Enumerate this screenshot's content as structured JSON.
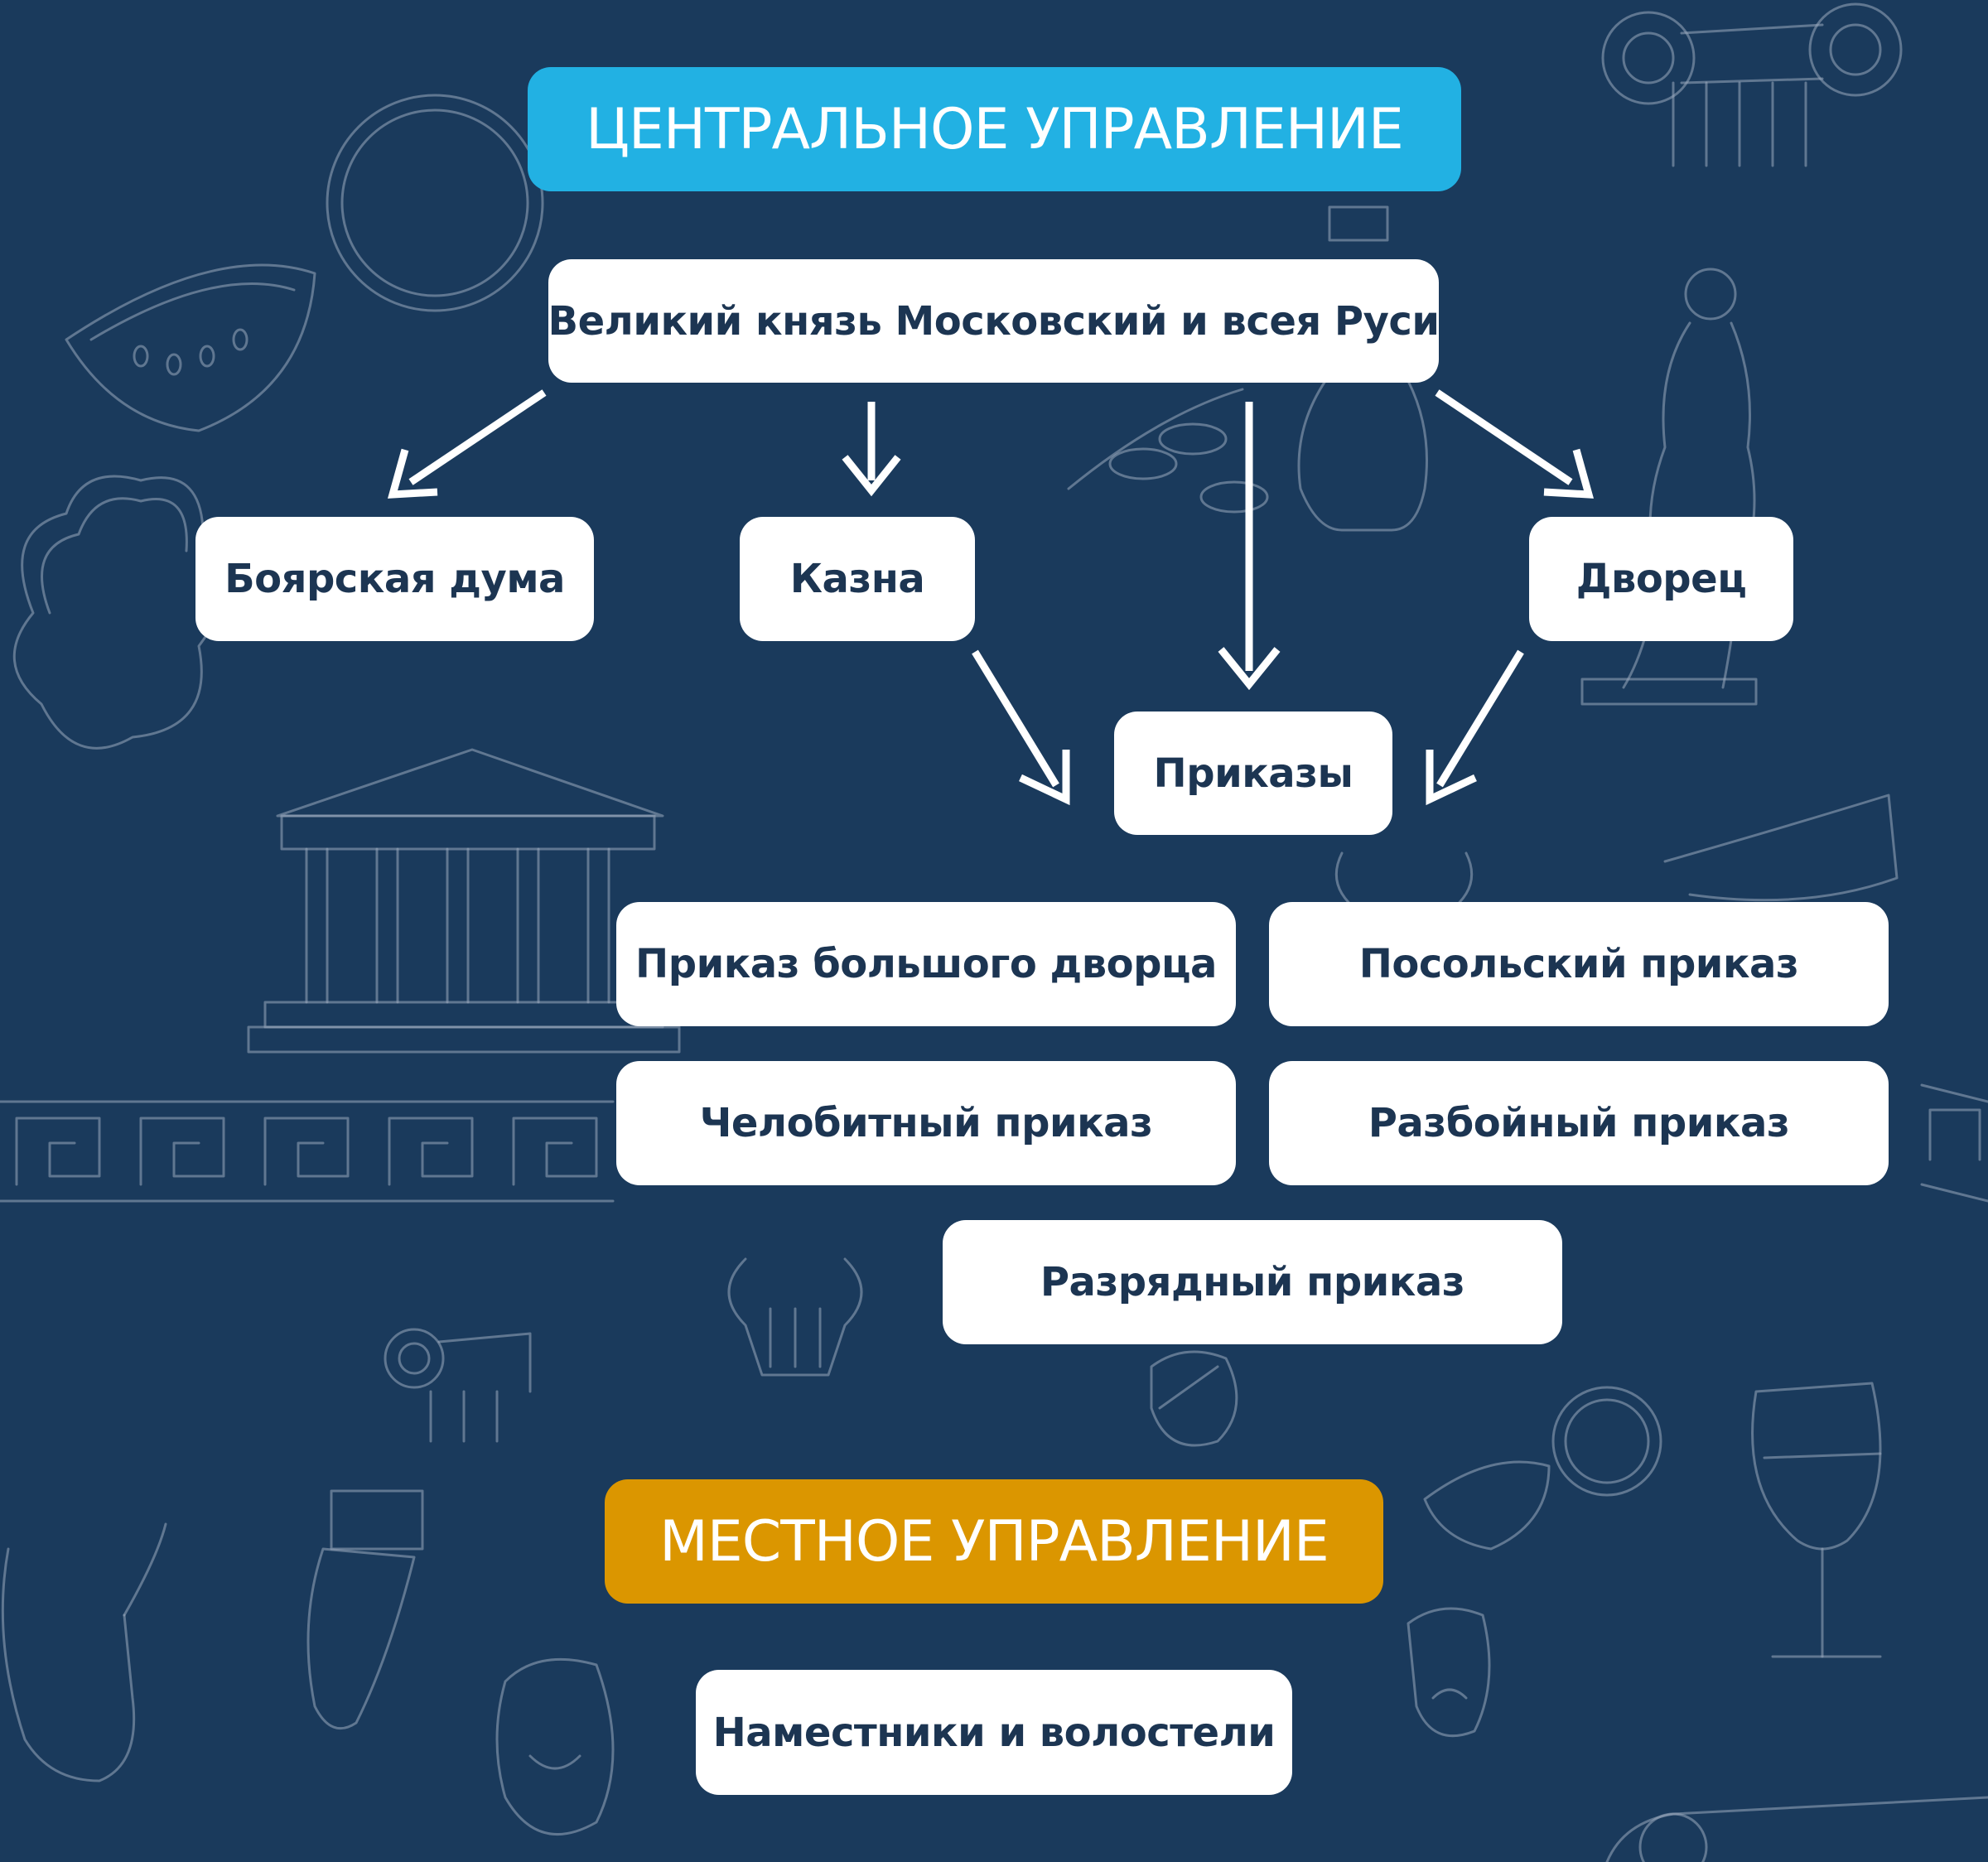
{
  "colors": {
    "background": "#1a3a5c",
    "central_banner": "#22b1e3",
    "local_banner": "#db9600",
    "node_fill": "#ffffff",
    "node_text": "#1c3552",
    "arrow": "#ffffff"
  },
  "central": {
    "title": "ЦЕНТРАЛЬНОЕ УПРАВЛЕНИЕ",
    "top_node": "Великий князь Московский и всея Руси",
    "level2": {
      "boyar_duma": "Боярская дума",
      "kazna": "Казна",
      "dvorets": "Дворец"
    },
    "prikazy": "Приказы",
    "prikaz_list": [
      "Приказ большого дворца",
      "Посольский приказ",
      "Челобитный приказ",
      "Разбойный приказ",
      "Разрядный приказ"
    ]
  },
  "local": {
    "title": "МЕСТНОЕ УПРАВЛЕНИЕ",
    "node": "Наместники и волостели"
  },
  "diagram_edges": [
    {
      "from": "Великий князь Московский и всея Руси",
      "to": "Боярская дума"
    },
    {
      "from": "Великий князь Московский и всея Руси",
      "to": "Казна"
    },
    {
      "from": "Великий князь Московский и всея Руси",
      "to": "Приказы"
    },
    {
      "from": "Великий князь Московский и всея Руси",
      "to": "Дворец"
    },
    {
      "from": "Казна",
      "to": "Приказы"
    },
    {
      "from": "Дворец",
      "to": "Приказы"
    }
  ]
}
